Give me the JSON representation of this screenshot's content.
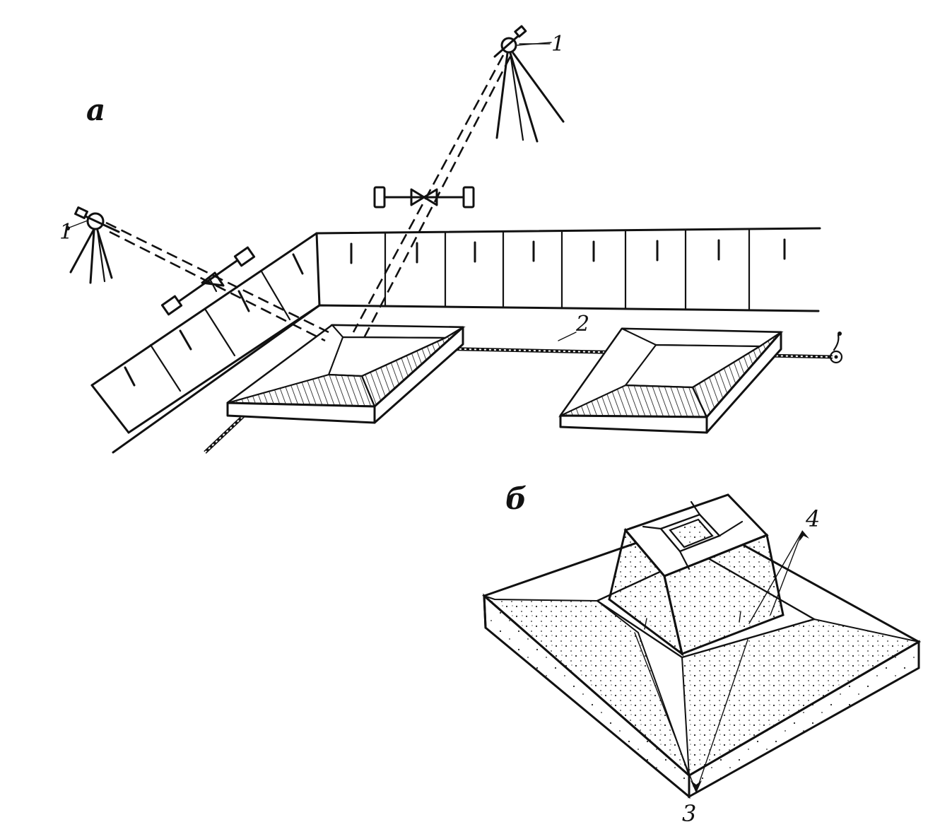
{
  "labels": {
    "view_a": "а",
    "view_b": "б",
    "instrument": "1",
    "instrument_left": "1",
    "wire": "2",
    "axis_marks": "3",
    "risks": "4"
  }
}
